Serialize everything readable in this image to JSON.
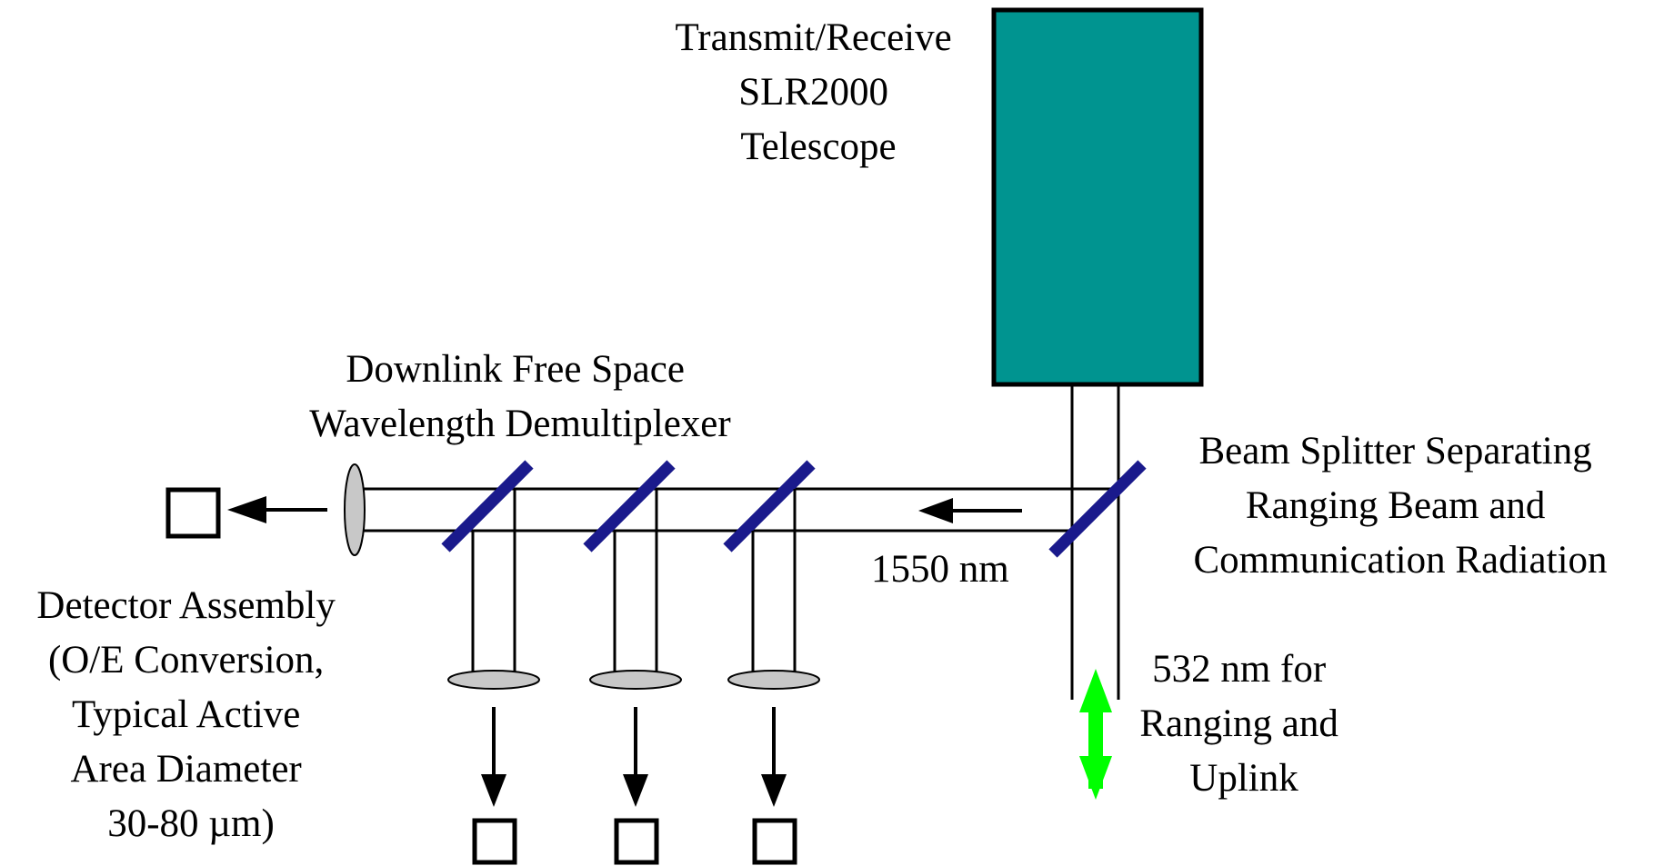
{
  "colors": {
    "telescope_fill": "#009490",
    "splitter": "#1a1a8c",
    "lens_fill": "#c8c8c8",
    "ranging_arrow": "#00ff00"
  },
  "labels": {
    "telescope": [
      "Transmit/Receive",
      "SLR2000",
      "Telescope"
    ],
    "demux": [
      "Downlink Free Space",
      "Wavelength Demultiplexer"
    ],
    "beam_splitter": [
      "Beam Splitter Separating",
      "Ranging Beam and",
      "Communication Radiation"
    ],
    "wavelength_downlink": "1550 nm",
    "ranging": [
      "532 nm for",
      "Ranging and",
      "Uplink"
    ],
    "detector": [
      "Detector Assembly",
      "(O/E Conversion,",
      "Typical Active",
      "Area Diameter",
      "30-80 µm)"
    ]
  }
}
